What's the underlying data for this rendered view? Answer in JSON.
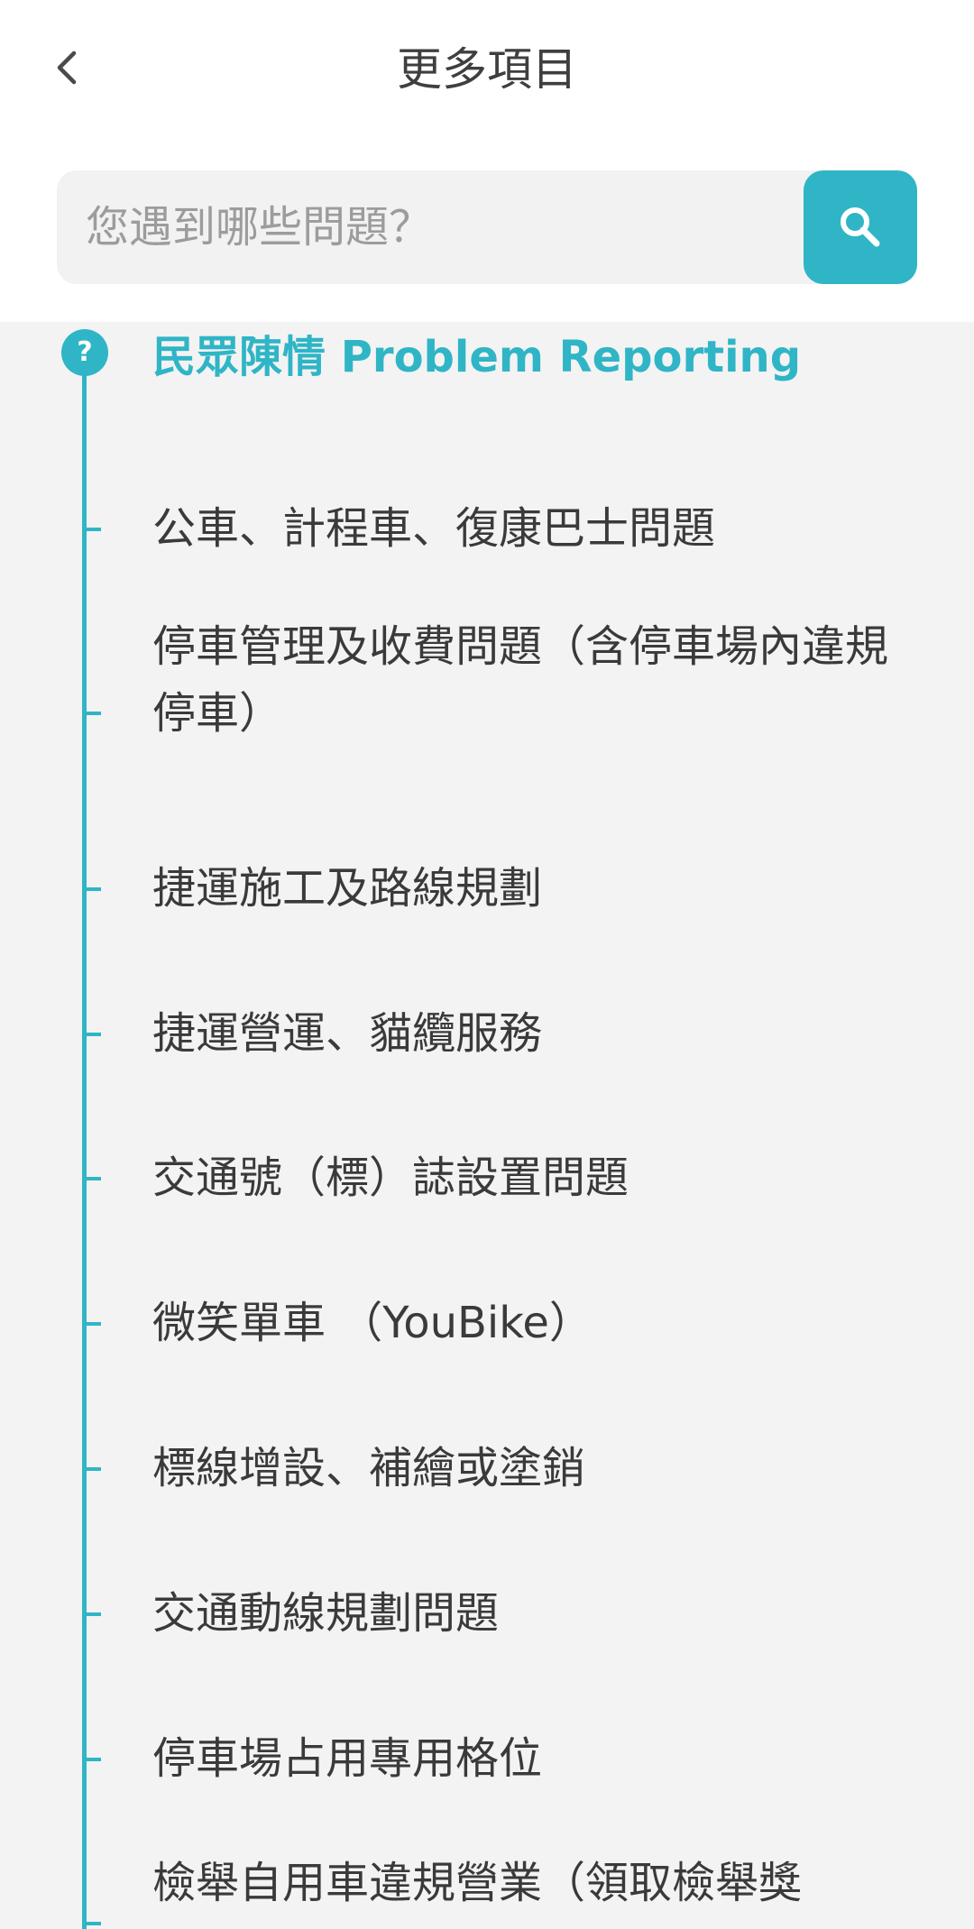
{
  "header": {
    "title": "更多項目",
    "back_icon": "chevron-left-icon"
  },
  "search": {
    "placeholder": "您遇到哪些問題？",
    "button_icon": "search-icon"
  },
  "section": {
    "icon": "question-icon",
    "icon_glyph": "?",
    "title": "民眾陳情 Problem Reporting"
  },
  "items": [
    {
      "label": "公車、計程車、復康巴士問題"
    },
    {
      "label": "停車管理及收費問題（含停車場內違規停車）"
    },
    {
      "label": "捷運施工及路線規劃"
    },
    {
      "label": "捷運營運、貓纜服務"
    },
    {
      "label": "交通號（標）誌設置問題"
    },
    {
      "label": "微笑單車 （YouBike）"
    },
    {
      "label": "標線增設、補繪或塗銷"
    },
    {
      "label": "交通動線規劃問題"
    },
    {
      "label": "停車場占用專用格位"
    },
    {
      "label": "檢舉自用車違規營業（領取檢舉獎"
    }
  ],
  "colors": {
    "accent": "#2fb5c6",
    "text": "#3a3a3a",
    "background": "#f3f3f3"
  }
}
